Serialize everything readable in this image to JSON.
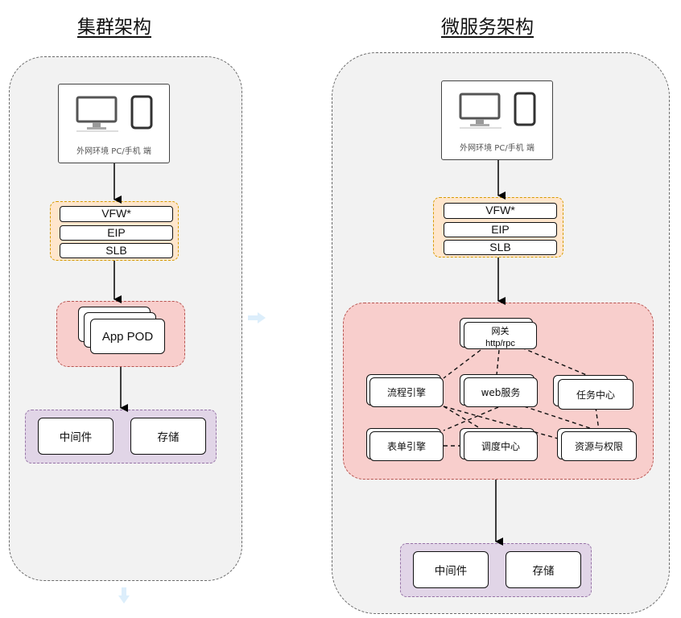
{
  "titles": {
    "cluster": "集群架构",
    "microservice": "微服务架构"
  },
  "client": {
    "label": "外网环境 PC/手机 端",
    "icons": [
      "desktop-monitor-icon",
      "mobile-phone-icon"
    ]
  },
  "network_layers": [
    "VFW*",
    "EIP",
    "SLB"
  ],
  "cluster": {
    "app": "App POD",
    "storage": [
      "中间件",
      "存储"
    ]
  },
  "microservice": {
    "gateway": {
      "name": "网关",
      "protocol": "http/rpc"
    },
    "services": [
      "流程引擎",
      "web服务",
      "任务中心",
      "表单引擎",
      "调度中心",
      "资源与权限"
    ],
    "storage": [
      "中间件",
      "存储"
    ]
  },
  "colors": {
    "frame_fill": "#f2f2f2",
    "network_fill": "#ffe6cc",
    "network_stroke": "#d79b00",
    "app_fill": "#f8cecc",
    "app_stroke": "#b85450",
    "storage_fill": "#e1d5e7",
    "storage_stroke": "#9673a6",
    "hint_arrow": "#dceefb"
  }
}
